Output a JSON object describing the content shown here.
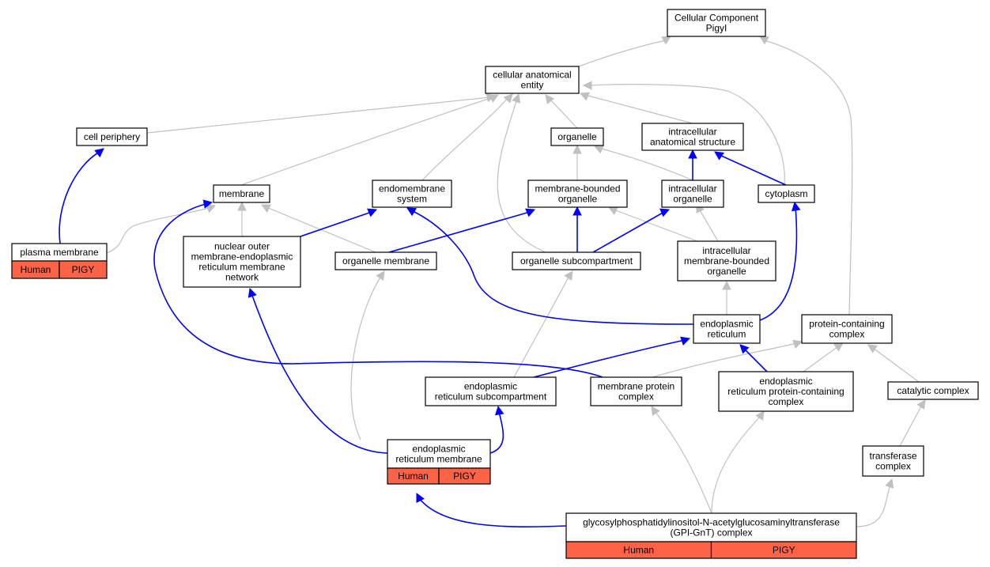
{
  "nodes": {
    "cc": {
      "lines": [
        "Cellular Component",
        "PigyI"
      ]
    },
    "cae": {
      "lines": [
        "cellular anatomical",
        "entity"
      ]
    },
    "cell_periphery": {
      "lines": [
        "cell periphery"
      ]
    },
    "organelle": {
      "lines": [
        "organelle"
      ]
    },
    "intracellular_as": {
      "lines": [
        "intracellular",
        "anatomical structure"
      ]
    },
    "membrane": {
      "lines": [
        "membrane"
      ]
    },
    "endomembrane": {
      "lines": [
        "endomembrane",
        "system"
      ]
    },
    "mbo": {
      "lines": [
        "membrane-bounded",
        "organelle"
      ]
    },
    "intra_org": {
      "lines": [
        "intracellular",
        "organelle"
      ]
    },
    "cytoplasm": {
      "lines": [
        "cytoplasm"
      ]
    },
    "plasma_membrane": {
      "lines": [
        "plasma membrane"
      ],
      "annotations": [
        "Human",
        "PIGY"
      ]
    },
    "nomer": {
      "lines": [
        "nuclear outer",
        "membrane-endoplasmic",
        "reticulum membrane",
        "network"
      ]
    },
    "org_membrane": {
      "lines": [
        "organelle membrane"
      ]
    },
    "org_subcomp": {
      "lines": [
        "organelle subcompartment"
      ]
    },
    "imbo": {
      "lines": [
        "intracellular",
        "membrane-bounded",
        "organelle"
      ]
    },
    "er": {
      "lines": [
        "endoplasmic",
        "reticulum"
      ]
    },
    "pcc": {
      "lines": [
        "protein-containing",
        "complex"
      ]
    },
    "er_subcomp": {
      "lines": [
        "endoplasmic",
        "reticulum subcompartment"
      ]
    },
    "mpc": {
      "lines": [
        "membrane protein",
        "complex"
      ]
    },
    "erpcc": {
      "lines": [
        "endoplasmic",
        "reticulum protein-containing",
        "complex"
      ]
    },
    "catalytic": {
      "lines": [
        "catalytic complex"
      ]
    },
    "er_membrane": {
      "lines": [
        "endoplasmic",
        "reticulum membrane"
      ],
      "annotations": [
        "Human",
        "PIGY"
      ]
    },
    "transferase": {
      "lines": [
        "transferase",
        "complex"
      ]
    },
    "gpi": {
      "lines": [
        "glycosylphosphatidylinositol-N-acetylglucosaminyltransferase",
        "(GPI-GnT) complex"
      ],
      "annotations": [
        "Human",
        "PIGY"
      ]
    }
  },
  "colors": {
    "relation_is_a": "#c0c0c0",
    "relation_part_of": "#0000ff",
    "annotation_fill": "#ff6347"
  }
}
